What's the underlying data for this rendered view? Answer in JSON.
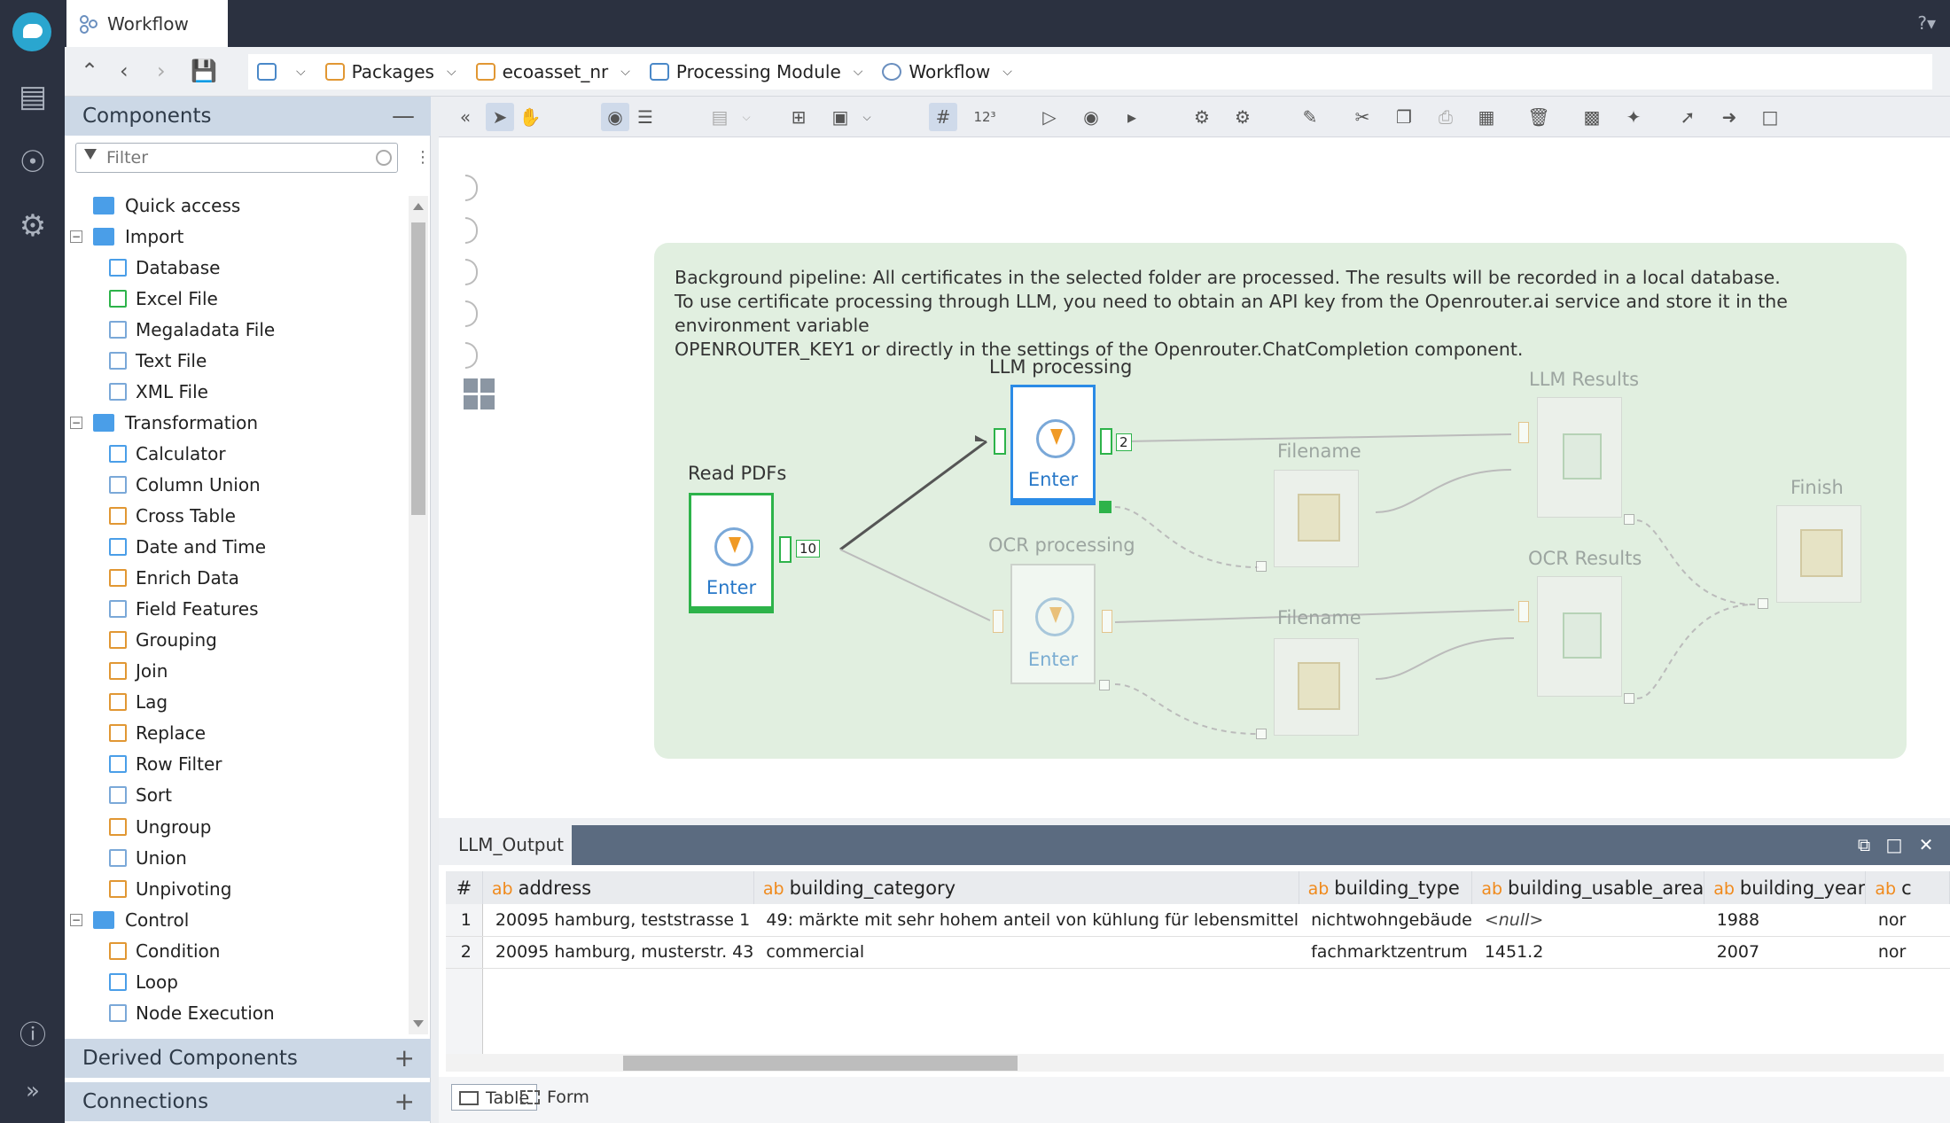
{
  "window": {
    "tab_title": "Workflow"
  },
  "breadcrumb": [
    {
      "label": "Packages"
    },
    {
      "label": "ecoasset_nr"
    },
    {
      "label": "Processing Module"
    },
    {
      "label": "Workflow"
    }
  ],
  "components_panel": {
    "title": "Components",
    "filter_placeholder": "Filter",
    "tree": [
      {
        "label": "Quick access",
        "type": "folder"
      },
      {
        "label": "Import",
        "type": "folder"
      },
      {
        "label": "Database",
        "type": "item"
      },
      {
        "label": "Excel File",
        "type": "item"
      },
      {
        "label": "Megaladata File",
        "type": "item"
      },
      {
        "label": "Text File",
        "type": "item"
      },
      {
        "label": "XML File",
        "type": "item"
      },
      {
        "label": "Transformation",
        "type": "folder"
      },
      {
        "label": "Calculator",
        "type": "item"
      },
      {
        "label": "Column Union",
        "type": "item"
      },
      {
        "label": "Cross Table",
        "type": "item"
      },
      {
        "label": "Date and Time",
        "type": "item"
      },
      {
        "label": "Enrich Data",
        "type": "item"
      },
      {
        "label": "Field Features",
        "type": "item"
      },
      {
        "label": "Grouping",
        "type": "item"
      },
      {
        "label": "Join",
        "type": "item"
      },
      {
        "label": "Lag",
        "type": "item"
      },
      {
        "label": "Replace",
        "type": "item"
      },
      {
        "label": "Row Filter",
        "type": "item"
      },
      {
        "label": "Sort",
        "type": "item"
      },
      {
        "label": "Ungroup",
        "type": "item"
      },
      {
        "label": "Union",
        "type": "item"
      },
      {
        "label": "Unpivoting",
        "type": "item"
      },
      {
        "label": "Control",
        "type": "folder"
      },
      {
        "label": "Condition",
        "type": "item"
      },
      {
        "label": "Loop",
        "type": "item"
      },
      {
        "label": "Node Execution",
        "type": "item"
      }
    ],
    "sections": [
      "Derived Components",
      "Connections"
    ]
  },
  "canvas": {
    "note_lines": [
      "Background pipeline: All certificates in the selected folder are processed. The results will be recorded in a local database.",
      "To use certificate processing through LLM, you need to obtain an API key from the Openrouter.ai service and store it in the environment variable",
      "OPENROUTER_KEY1 or directly in the settings of the Openrouter.ChatCompletion component."
    ],
    "nodes": {
      "read_pdfs": {
        "title": "Read PDFs",
        "label": "Enter",
        "count": "10"
      },
      "llm_processing": {
        "title": "LLM processing",
        "label": "Enter",
        "count": "2"
      },
      "ocr_processing": {
        "title": "OCR processing",
        "label": "Enter"
      },
      "filename_1": {
        "title": "Filename"
      },
      "filename_2": {
        "title": "Filename"
      },
      "llm_results": {
        "title": "LLM Results"
      },
      "ocr_results": {
        "title": "OCR Results"
      },
      "finish": {
        "title": "Finish"
      }
    }
  },
  "output_panel": {
    "tab": "LLM_Output",
    "columns": [
      "#",
      "address",
      "building_category",
      "building_type",
      "building_usable_area",
      "building_year",
      "c"
    ],
    "type_prefix": "ab",
    "rows": [
      [
        "1",
        "20095 hamburg, teststrasse 1",
        "49: märkte mit sehr hohem anteil von kühlung für lebensmittel",
        "nichtwohngebäude",
        "<null>",
        "1988",
        "nor"
      ],
      [
        "2",
        "20095 hamburg, musterstr. 43",
        "commercial",
        "fachmarktzentrum",
        "1451.2",
        "2007",
        "nor"
      ]
    ],
    "view_tabs": [
      "Table",
      "Form"
    ]
  },
  "colors": {
    "rail": "#2b3140",
    "group_bg": "#e1efe0",
    "selected": "#2b8be6",
    "ok": "#2db34a",
    "accent": "#f08a1c"
  }
}
